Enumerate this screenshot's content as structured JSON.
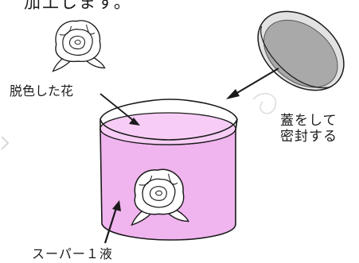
{
  "labels": {
    "top_partial": "加工します。",
    "decolored_flower": "脱色した花",
    "lid_instruction_line1": "蓋をして",
    "lid_instruction_line2": "密封する",
    "liquid": "スーパー１液"
  },
  "colors": {
    "liquid_fill": "#f0b4ee",
    "liquid_surface": "#f7cdf5",
    "line": "#1a1a1a",
    "lid_fill": "#a9a9a9",
    "lid_rim": "#e2e2e2",
    "rose_fill": "#ffffff"
  },
  "icons": {
    "rose_loose": "rose-icon",
    "rose_submerged": "rose-icon",
    "lid": "lid-icon"
  }
}
